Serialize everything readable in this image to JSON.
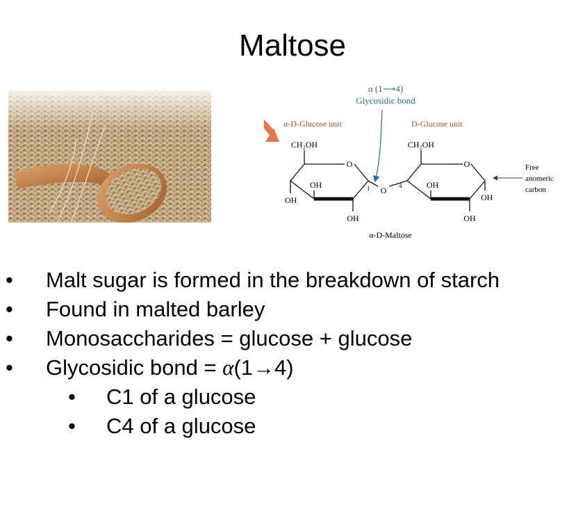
{
  "slide": {
    "title": "Maltose"
  },
  "image": {
    "photo_icon": "barley-grains-with-wooden-spoon"
  },
  "diagram": {
    "bond_label_line1": "α (1⟶4)",
    "bond_label_line2": "Glycosidic bond",
    "left_unit": "α-D-Glucose unit",
    "right_unit": "D-Glucose unit",
    "ch2oh": "CH₂OH",
    "ring_o": "O",
    "bridge_o": "O",
    "oh": "OH",
    "c1_num": "1",
    "c4_num": "4",
    "free_line1": "Free",
    "free_line2": "anomeric",
    "free_line3": "carbon",
    "caption": "α-D-Maltose"
  },
  "bullets": [
    {
      "dot": "•",
      "text": "Malt sugar is formed in the breakdown of starch"
    },
    {
      "dot": "•",
      "text": "Found in malted barley"
    },
    {
      "dot": "•",
      "text": "Monosaccharides = glucose + glucose"
    },
    {
      "dot": "•",
      "prefix": "Glycosidic bond = ",
      "alpha": "α",
      "suffix": "(1→4)"
    }
  ],
  "sub_bullets": [
    {
      "dot": "•",
      "text": "C1 of a glucose"
    },
    {
      "dot": "•",
      "text": "C4 of a glucose"
    }
  ]
}
